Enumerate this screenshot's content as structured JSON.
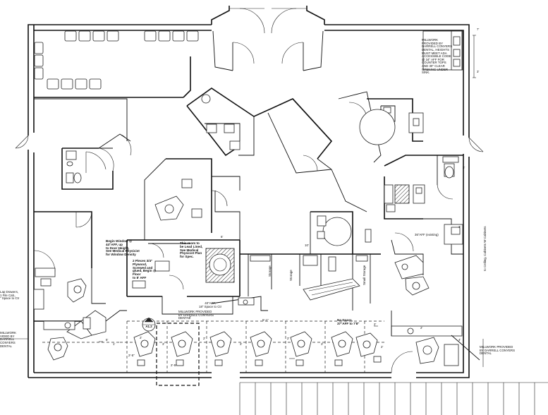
{
  "notes": {
    "millwork_top_right": "MILLWORK\nPROVIDED BY\nDARRELL CONYERS\nDENTAL, HEIGHTS\nMUST MEET ADA\nACCESSIBLE CODE\n@ 34\" AFF FOR\nCOUNTER TOPS\nAND 30\" CLEAR\nOPENING UNDER\nSINK.",
    "begin_window": "Begin Window @\n44\"AFF, up\nto Door Height,\nSee Medical Physicist\nfor Window Density",
    "plywood": "2 Pieces 3/4\"\nPlywood,\nScrewed and\nglued, Begin @\nFloor\nto 8' AFF",
    "lead_lined": "This room to\nbe Lead Lined,\nSee Medical\nPhysicist Plan\nfor Spec.",
    "aff_36": "36\"AFF (existing)",
    "space_40": "40\"AFF,\n18\" Space to Ctr",
    "millwork_mid": "MILLWORK PROVIDED\nBY DARRELL CONYERS\nDENTAL",
    "no_doors": "No Doors,\n37\"AFF to 7'8\"",
    "lap_drawers": "Lap Drawers,\n1 File Cab.,\n\" Space to Ctr",
    "millwork_left": "MILLWORK\nVIDED BY\nDARRELL\nCONYERS\nDENTAL",
    "millwork_bottom_right": "MILLWORK PROVIDED\nBY DARRELL CONYERS\nDENTAL",
    "section_tag_top": "04",
    "section_tag_bottom": "A1.2",
    "storage_1": "Storage",
    "storage_2": "Storage",
    "small_storage": "Small Storage",
    "cabinets_right": "to Ceiling, Cabinets W Cabinets"
  },
  "dimensions": {
    "d_6": "6'",
    "d_5": "5'",
    "d_25_a": "2'-5\"",
    "d_25_b": "2'-5\"",
    "d_2_a": "2'",
    "d_2_b": "2'",
    "d_2_c": "2'",
    "d_4": "4'",
    "d_51": "5'-1\"",
    "d_3_a": "3'",
    "d_3_b": "3'",
    "d_3_c": "3'",
    "d_1": "1'",
    "d_10": "10'",
    "d_2_d": "2'",
    "d_2_e": "2'",
    "d_7": "7'",
    "d_3_d": "3'",
    "d_3_e": "3'",
    "d_3_f": "3'",
    "d_2_f": "2'",
    "d_4_b": "4'"
  }
}
